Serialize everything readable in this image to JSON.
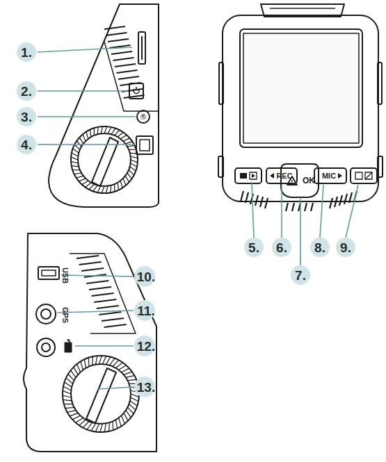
{
  "diagram": {
    "labels": [
      "1.",
      "2.",
      "3.",
      "4.",
      "5.",
      "6.",
      "7.",
      "8.",
      "9.",
      "10.",
      "11.",
      "12.",
      "13.",
      "REC",
      "MIC",
      "OK",
      "USB",
      "GPS"
    ]
  }
}
